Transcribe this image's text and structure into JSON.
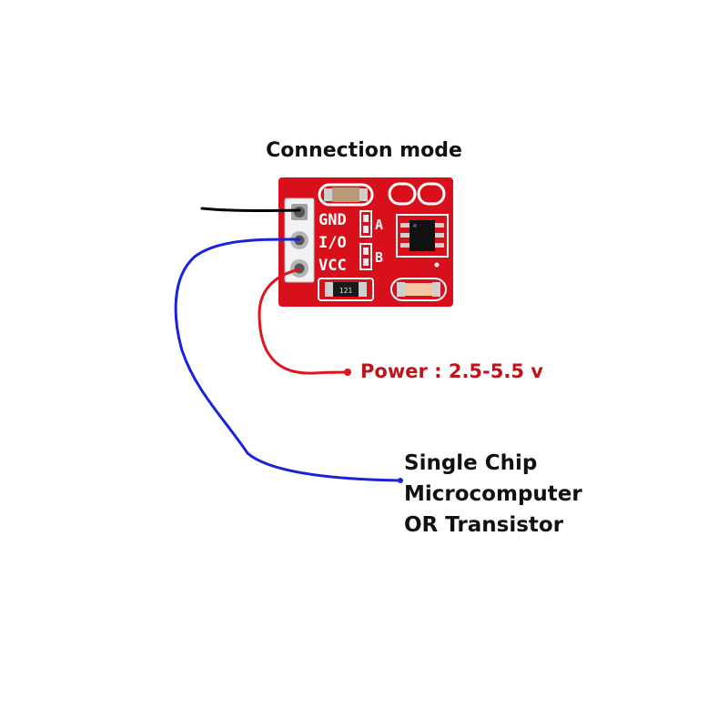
{
  "title": "Connection mode",
  "pins": {
    "gnd": "GND",
    "io": "I/O",
    "vcc": "VCC"
  },
  "jumpers": {
    "a": "A",
    "b": "B"
  },
  "resistor_marking": "121",
  "power_label": "Power : 2.5-5.5 v",
  "target_label": {
    "line1": "Single Chip",
    "line2": "Microcomputer",
    "line3": "OR Transistor"
  },
  "colors": {
    "board": "#d8101c",
    "ground_wire": "#000000",
    "signal_wire": "#1a22d8",
    "power_wire": "#e0141c",
    "power_text": "#c0141c"
  }
}
